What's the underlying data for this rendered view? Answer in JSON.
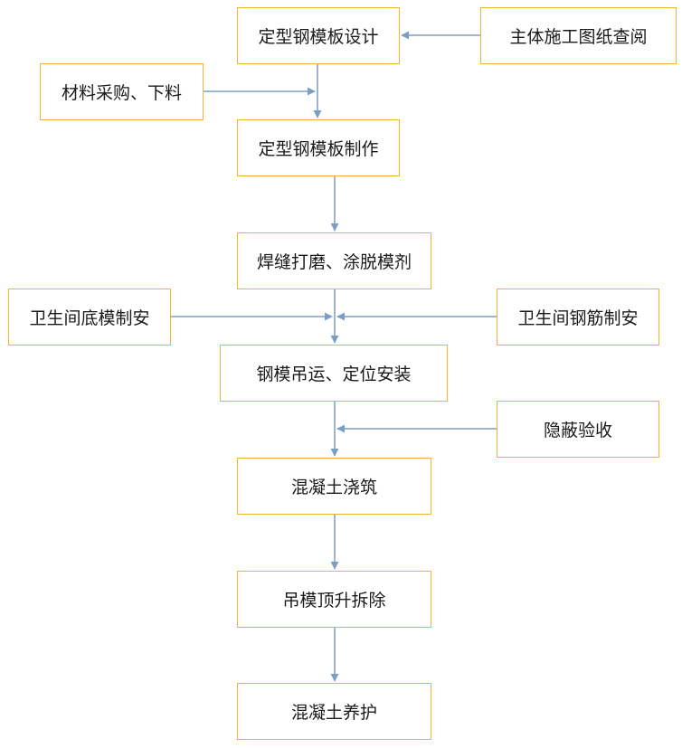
{
  "diagram": {
    "colors": {
      "node_border": "#f2b236",
      "arrow": "#7b9ec4",
      "text": "#1a1a1a"
    },
    "nodes": {
      "design": "定型钢模板设计",
      "review": "主体施工图纸查阅",
      "materials": "材料采购、下料",
      "fabrication": "定型钢模板制作",
      "polish": "焊缝打磨、涂脱模剂",
      "bathroom_formwork": "卫生间底模制安",
      "bathroom_rebar": "卫生间钢筋制安",
      "hoist_install": "钢模吊运、定位安装",
      "concealed_inspection": "隐蔽验收",
      "pour": "混凝土浇筑",
      "lift_remove": "吊模顶升拆除",
      "cure": "混凝土养护"
    }
  }
}
